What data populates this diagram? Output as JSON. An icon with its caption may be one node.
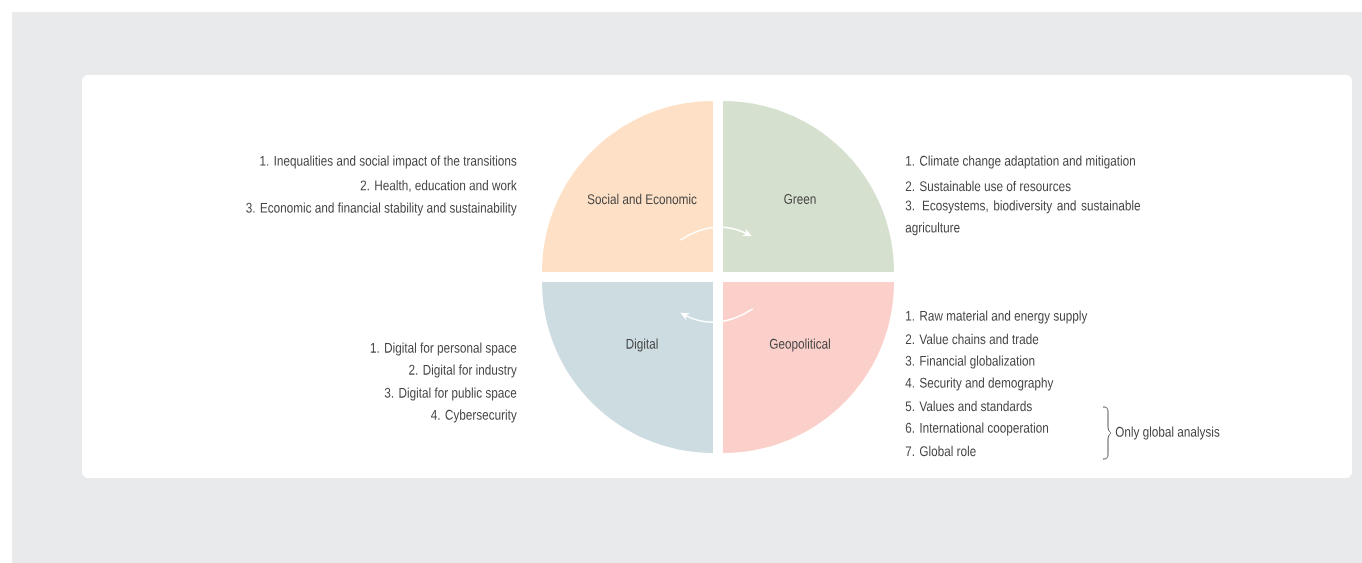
{
  "diagram": {
    "nodes": [
      {
        "text": [
          "Social and Economic"
        ]
      },
      {
        "text": [
          "Green"
        ]
      },
      {
        "text": [
          "Digital"
        ]
      },
      {
        "text": [
          "Geopolitical"
        ]
      }
    ],
    "edges": [
      {
        "from": 0,
        "to": 1,
        "arrow": "to"
      },
      {
        "from": 3,
        "to": 2,
        "arrow": "to"
      }
    ],
    "labels": [
      "1. Inequalities and social impact of the transitions",
      "2. Health, education and work",
      "3. Economic and financial stability and sustainability",
      "1. Climate change adaptation and mitigation",
      "2. Sustainable use of resources",
      "3. Ecosystems, biodiversity and sustainable agriculture",
      "1. Digital for personal space",
      "2. Digital for industry",
      "3. Digital for public space",
      "4. Cybersecurity",
      "1. Raw material and energy supply",
      "2. Value chains and trade",
      "3. Financial globalization",
      "4. Security and demography",
      "5. Values and standards",
      "6. International cooperation",
      "7. Global role",
      "Only global analysis"
    ]
  }
}
